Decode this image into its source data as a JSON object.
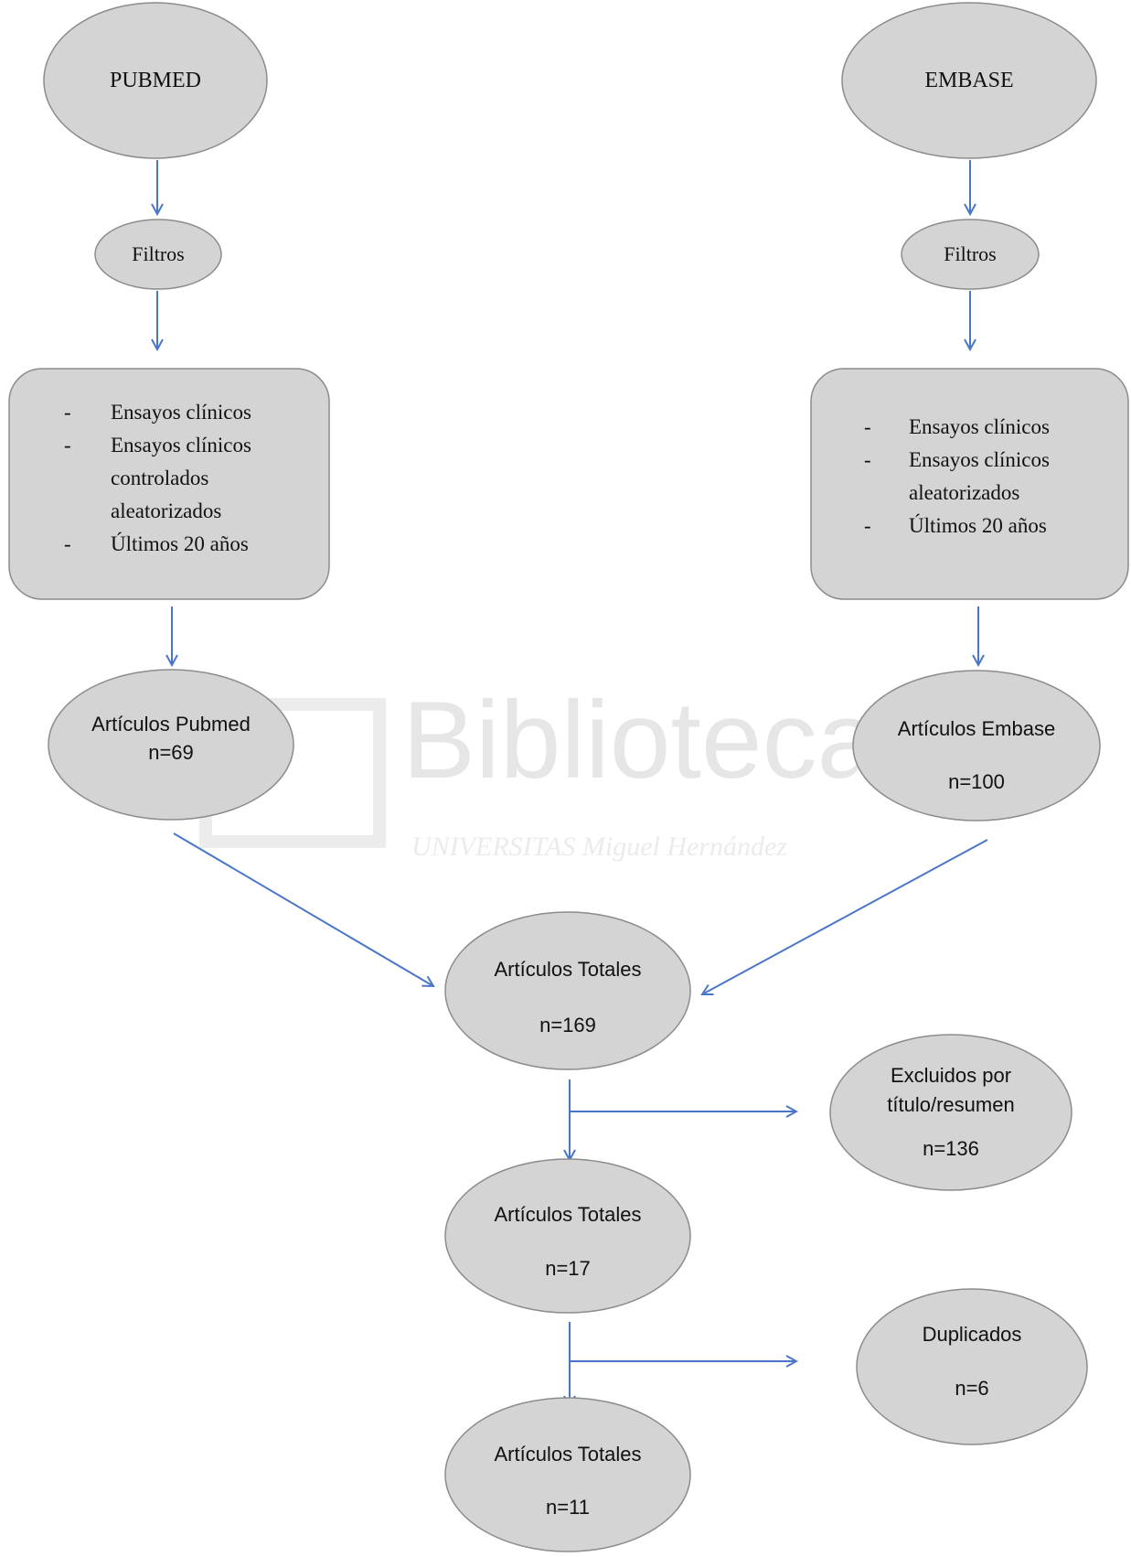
{
  "watermark": {
    "title": "Biblioteca",
    "subtitle": "UNIVERSITAS Miguel Hernández"
  },
  "nodes": {
    "pubmed": "PUBMED",
    "embase": "EMBASE",
    "filtros_left": "Filtros",
    "filtros_right": "Filtros",
    "filters_left": {
      "items": [
        "Ensayos clínicos",
        "Ensayos clínicos",
        "controlados",
        "aleatorizados",
        "Últimos 20 años"
      ],
      "bullet": "-"
    },
    "filters_right": {
      "items": [
        "Ensayos clínicos",
        "Ensayos clínicos",
        "aleatorizados",
        "Últimos 20 años"
      ],
      "bullet": "-"
    },
    "articulos_pubmed": {
      "label": "Artículos Pubmed",
      "count": "n=69"
    },
    "articulos_embase": {
      "label": "Artículos Embase",
      "count": "n=100"
    },
    "totales_1": {
      "label": "Artículos Totales",
      "count": "n=169"
    },
    "excluidos": {
      "label_1": "Excluidos por",
      "label_2": "título/resumen",
      "count": "n=136"
    },
    "totales_2": {
      "label": "Artículos Totales",
      "count": "n=17"
    },
    "duplicados": {
      "label": "Duplicados",
      "count": "n=6"
    },
    "totales_3": {
      "label": "Artículos Totales",
      "count": "n=11"
    }
  },
  "colors": {
    "node_fill": "#d4d4d4",
    "node_stroke": "#8c8c8c",
    "arrow": "#4a76c9"
  }
}
